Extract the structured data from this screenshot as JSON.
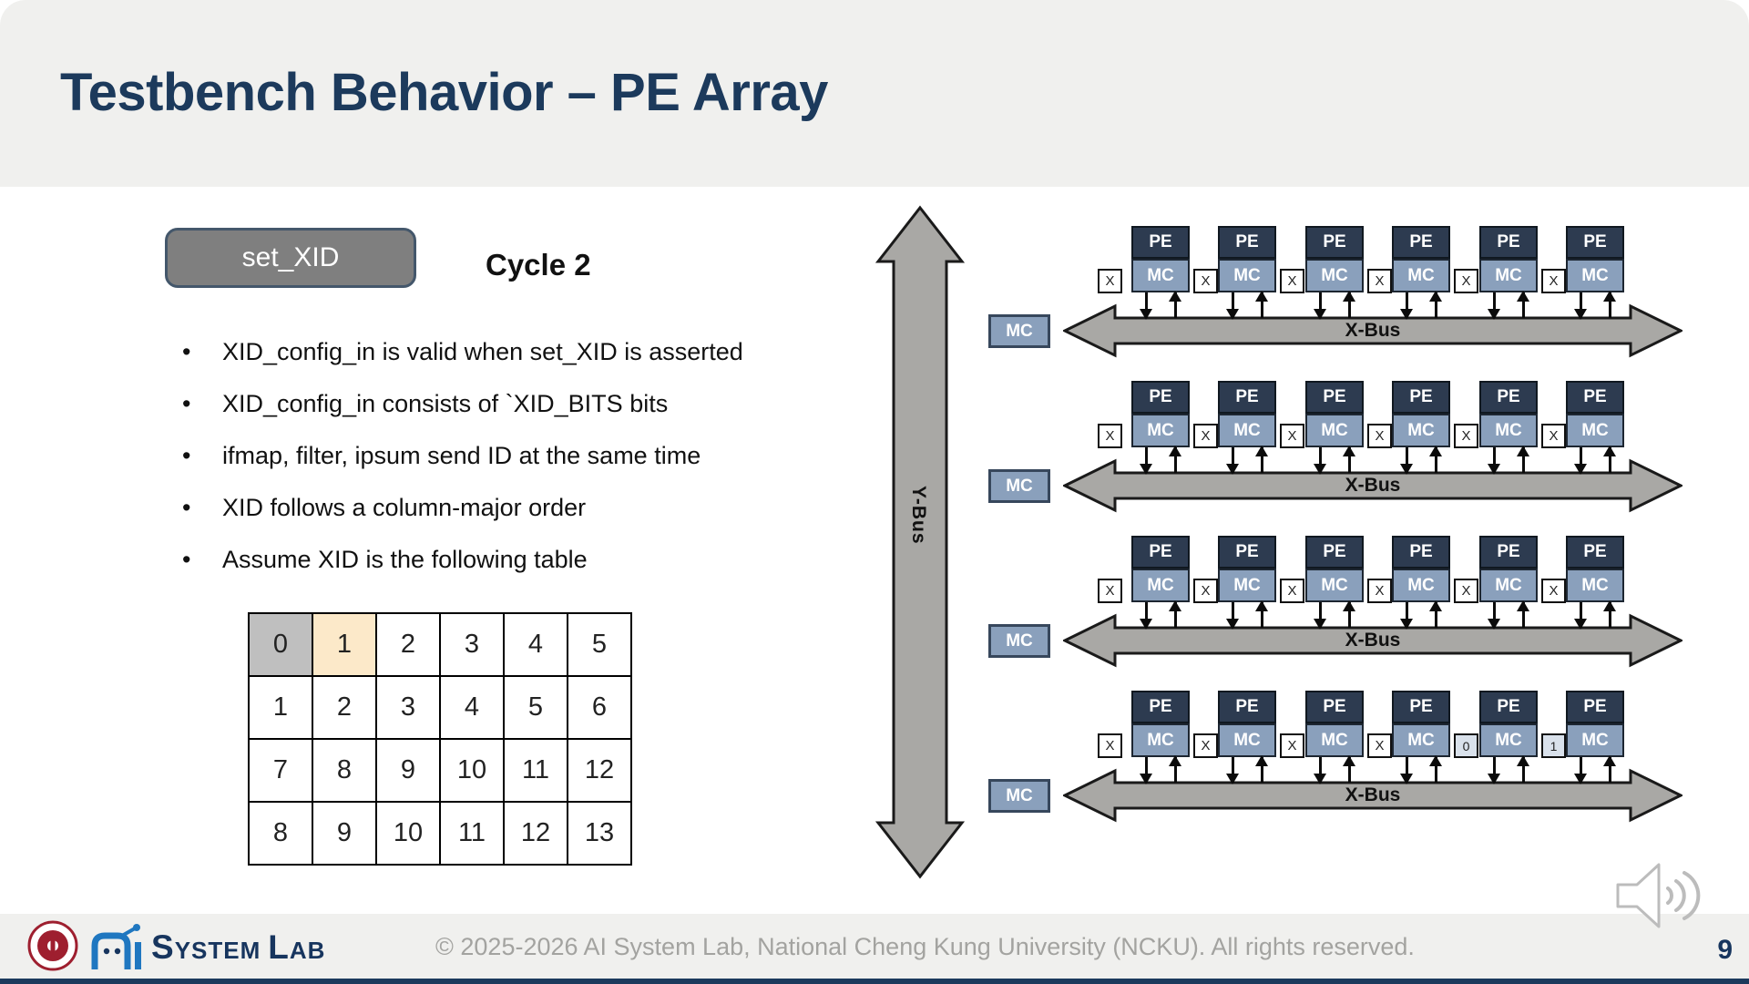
{
  "slide": {
    "title": "Testbench Behavior – PE Array",
    "page_number": "9"
  },
  "signal_button": {
    "label": "set_XID"
  },
  "cycle_label": "Cycle 2",
  "bullets": [
    "XID_config_in is valid when set_XID is asserted",
    "XID_config_in consists of `XID_BITS bits",
    "ifmap, filter, ipsum send ID at the same time",
    "XID follows a column-major order",
    "Assume XID is the following table"
  ],
  "xid_table": {
    "cells": [
      [
        "0",
        "1",
        "2",
        "3",
        "4",
        "5"
      ],
      [
        "1",
        "2",
        "3",
        "4",
        "5",
        "6"
      ],
      [
        "7",
        "8",
        "9",
        "10",
        "11",
        "12"
      ],
      [
        "8",
        "9",
        "10",
        "11",
        "12",
        "13"
      ]
    ],
    "highlights": [
      {
        "row": 0,
        "col": 0,
        "color": "#bfbfbf"
      },
      {
        "row": 0,
        "col": 1,
        "color": "#fce9c9"
      }
    ]
  },
  "diagram": {
    "y_bus_label": "Y-Bus",
    "x_bus_label": "X-Bus",
    "pe_label": "PE",
    "mc_label": "MC",
    "rows": [
      {
        "connectors": [
          "X",
          "X",
          "X",
          "X",
          "X",
          "X"
        ]
      },
      {
        "connectors": [
          "X",
          "X",
          "X",
          "X",
          "X",
          "X"
        ]
      },
      {
        "connectors": [
          "X",
          "X",
          "X",
          "X",
          "X",
          "X"
        ]
      },
      {
        "connectors": [
          "X",
          "X",
          "X",
          "X",
          "0",
          "1"
        ]
      }
    ],
    "colors": {
      "pe": "#2d3b50",
      "mc": "#8aa0bc",
      "bus": "#a9a8a5",
      "connector_plain": "#ffffff",
      "connector_set": "#d9e1eb"
    }
  },
  "footer": {
    "copyright": "© 2025-2026 AI System Lab, National Cheng Kung University (NCKU). All rights reserved.",
    "logo": {
      "system": "SYSTEM",
      "lab": "LAB"
    }
  }
}
